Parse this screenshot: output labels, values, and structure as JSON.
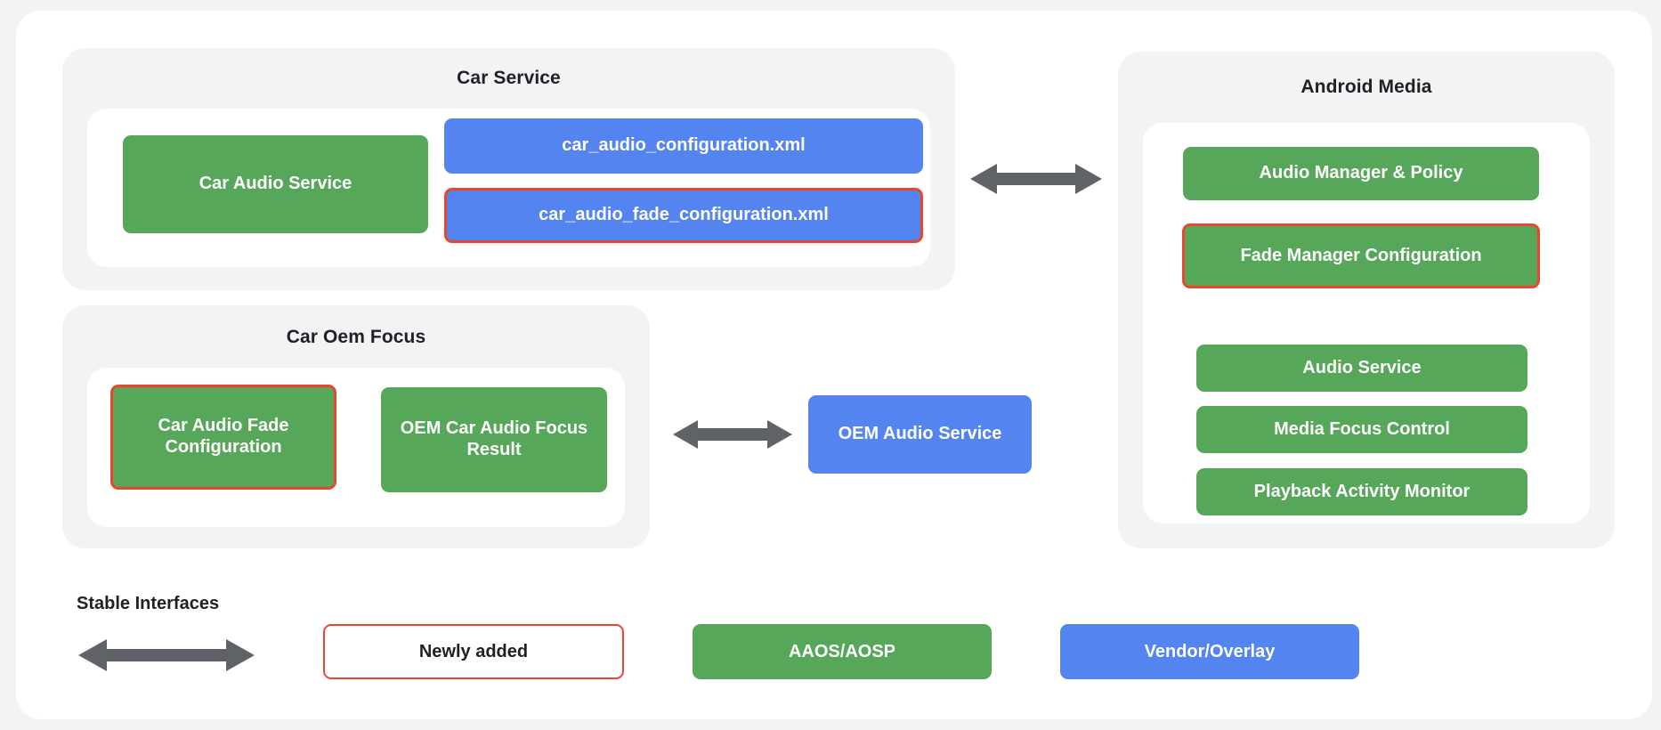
{
  "diagram": {
    "groups": [
      {
        "id": "car-service",
        "title": "Car Service",
        "nodes": [
          {
            "id": "car-audio-service",
            "label": "Car Audio Service",
            "color": "green",
            "highlighted": false
          },
          {
            "id": "car-audio-configuration-xml",
            "label": "car_audio_configuration.xml",
            "color": "blue",
            "highlighted": false
          },
          {
            "id": "car-audio-fade-configuration-xml",
            "label": "car_audio_fade_configuration.xml",
            "color": "blue",
            "highlighted": true
          }
        ]
      },
      {
        "id": "car-oem-focus",
        "title": "Car Oem Focus",
        "nodes": [
          {
            "id": "car-audio-fade-configuration",
            "label": "Car Audio Fade Configuration",
            "color": "green",
            "highlighted": true
          },
          {
            "id": "oem-car-audio-focus-result",
            "label": "OEM Car Audio Focus Result",
            "color": "green",
            "highlighted": false
          }
        ]
      },
      {
        "id": "android-media",
        "title": "Android Media",
        "nodes": [
          {
            "id": "audio-manager-policy",
            "label": "Audio Manager & Policy",
            "color": "green",
            "highlighted": false
          },
          {
            "id": "fade-manager-configuration",
            "label": "Fade Manager Configuration",
            "color": "green",
            "highlighted": true
          },
          {
            "id": "audio-service",
            "label": "Audio Service",
            "color": "green",
            "highlighted": false
          },
          {
            "id": "media-focus-control",
            "label": "Media Focus Control",
            "color": "green",
            "highlighted": false
          },
          {
            "id": "playback-activity-monitor",
            "label": "Playback Activity Monitor",
            "color": "green",
            "highlighted": false
          }
        ]
      }
    ],
    "standalone_nodes": [
      {
        "id": "oem-audio-service",
        "label": "OEM Audio Service",
        "color": "blue",
        "highlighted": false
      }
    ]
  },
  "legend": {
    "stable_interfaces_label": "Stable Interfaces",
    "items": [
      {
        "id": "newly-added",
        "label": "Newly added",
        "style": "outline"
      },
      {
        "id": "aaos-aosp",
        "label": "AAOS/AOSP",
        "style": "green"
      },
      {
        "id": "vendor-overlay",
        "label": "Vendor/Overlay",
        "style": "blue"
      }
    ]
  },
  "colors": {
    "green": "#57a75b",
    "blue": "#5484ef",
    "highlight_red": "#e8462f",
    "arrow_gray": "#5f6368",
    "panel_gray": "#f1f3f4",
    "card_white": "#ffffff",
    "text_dark": "#202124"
  }
}
